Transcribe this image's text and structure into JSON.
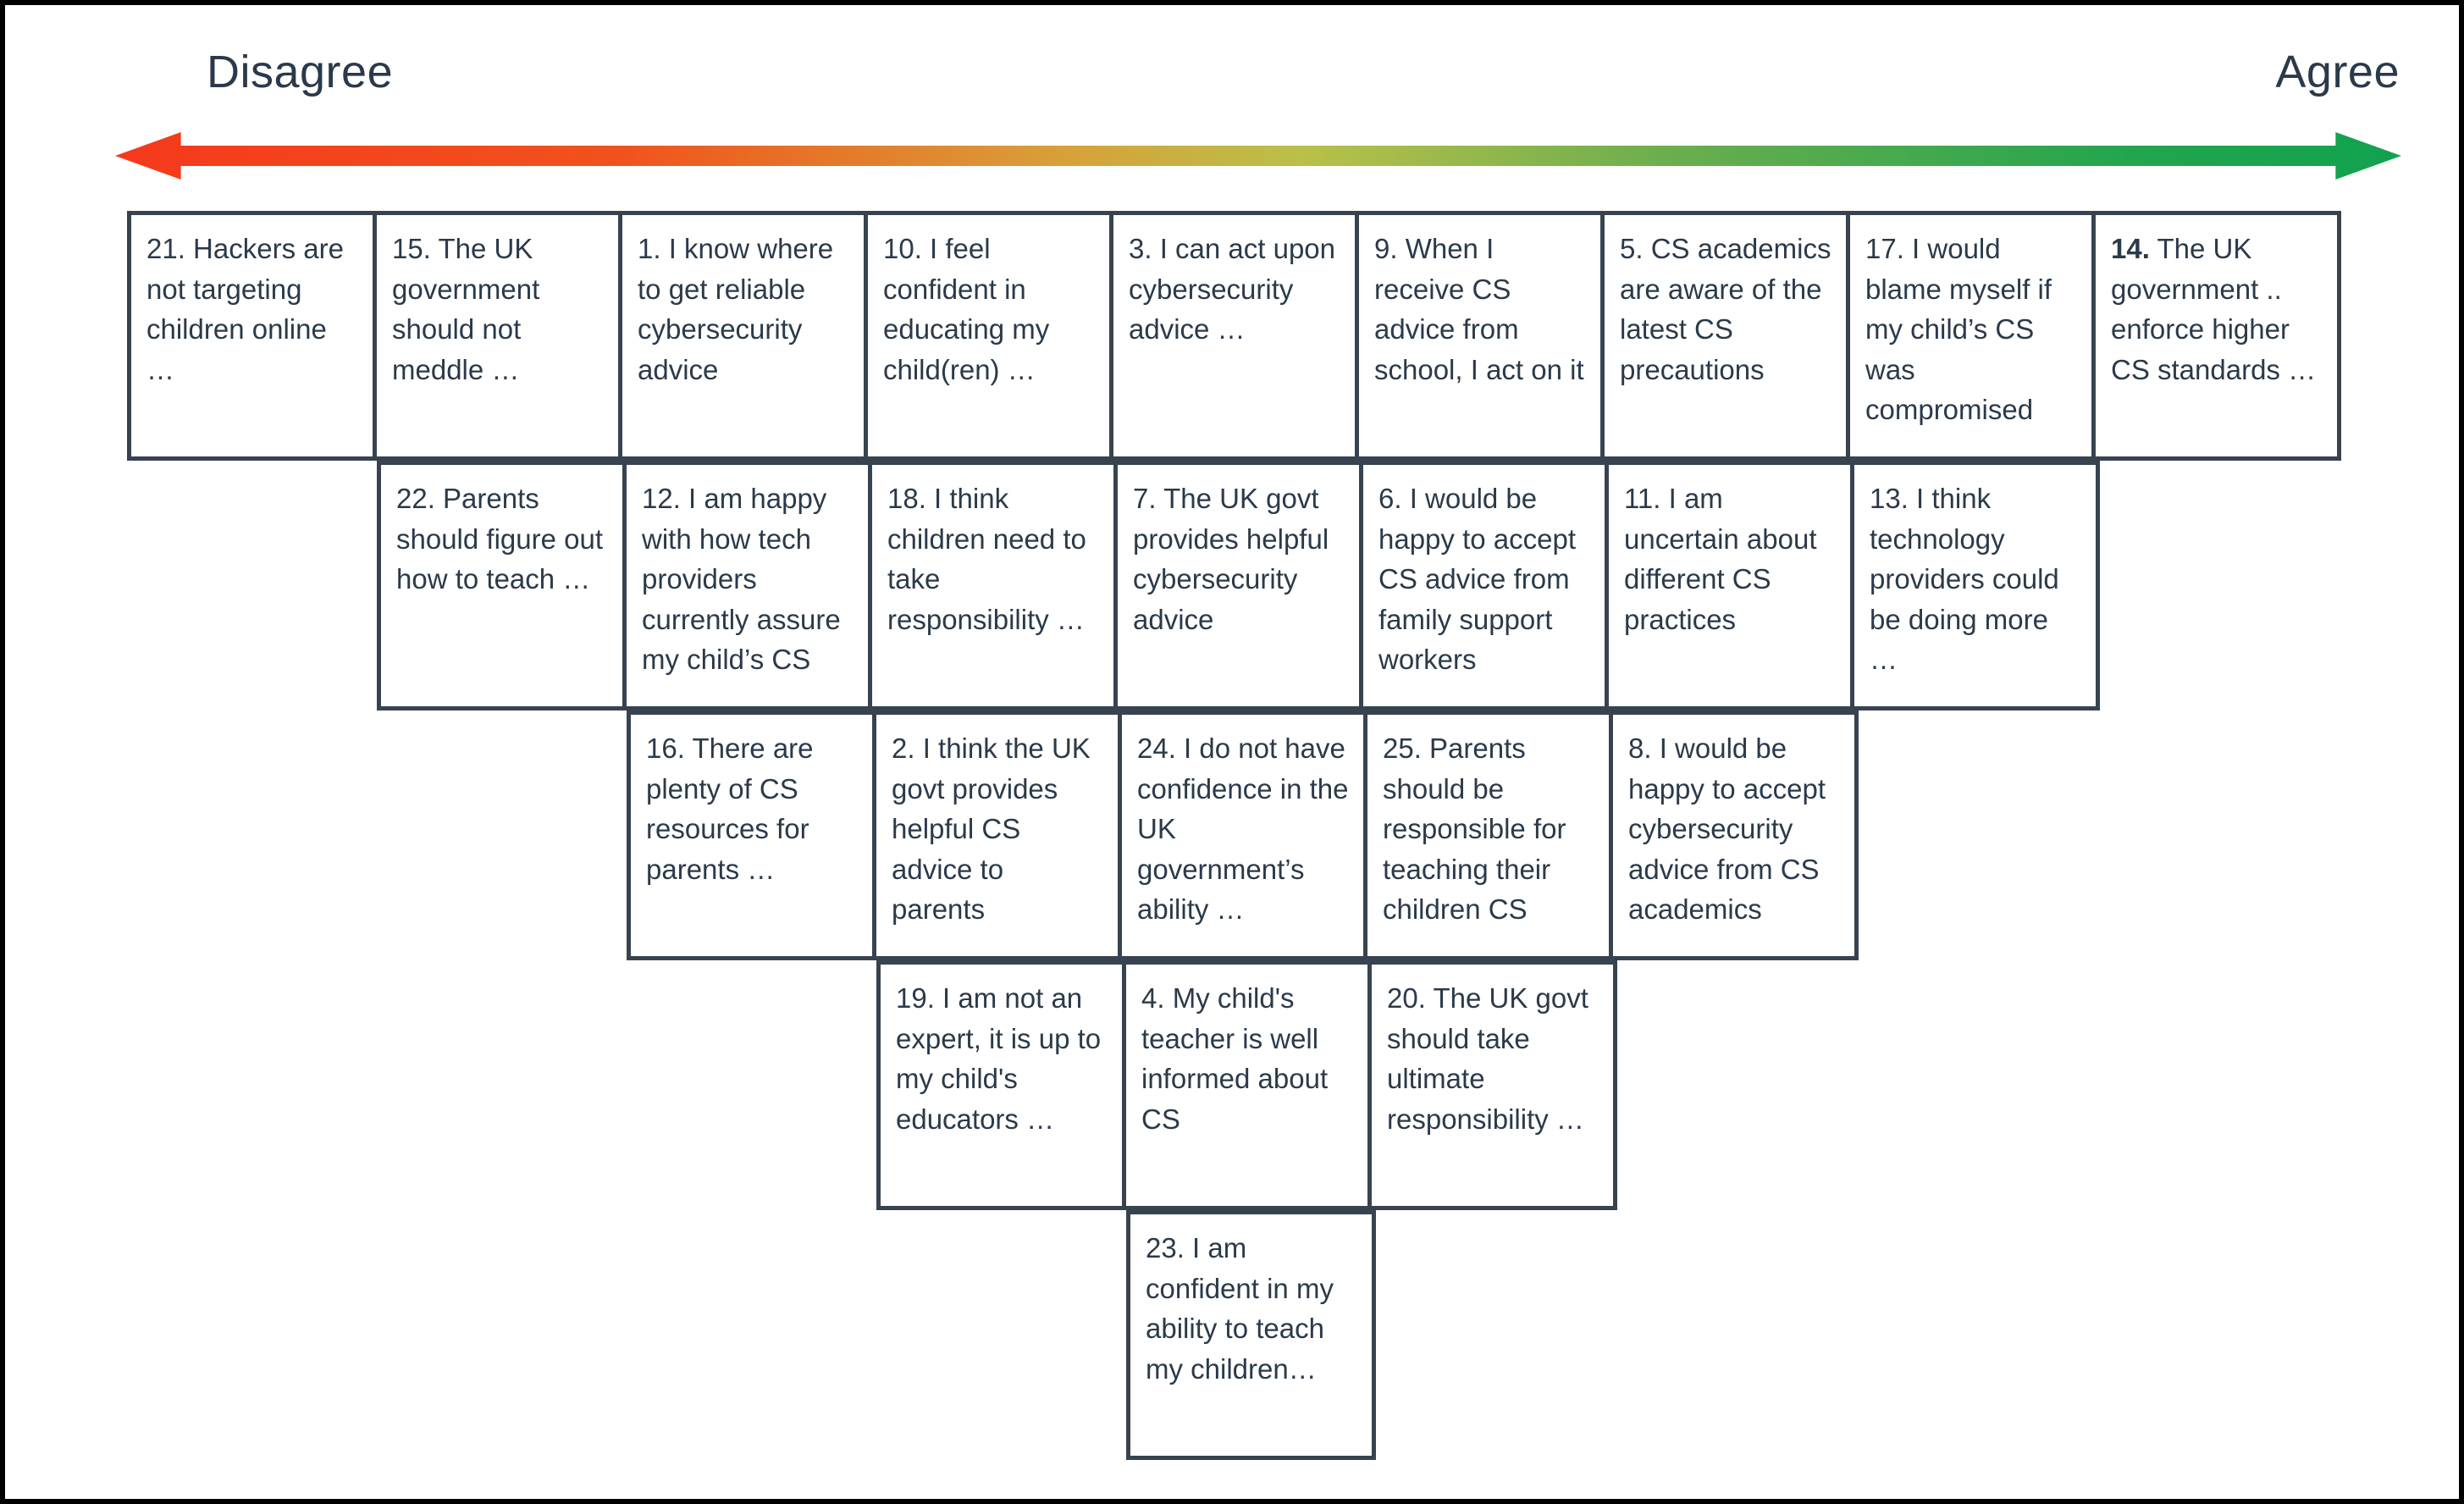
{
  "scale": {
    "left_label": "Disagree",
    "right_label": "Agree",
    "left_color": "#f5391c",
    "right_color": "#17a44f",
    "arrow_icon": "double-headed-gradient-arrow"
  },
  "colors": {
    "cell_border": "#37434f",
    "text": "#2b3a4a",
    "frame": "#000000"
  },
  "grid": {
    "columns": 9,
    "column_counts": [
      1,
      2,
      3,
      4,
      5,
      4,
      3,
      2,
      1
    ],
    "rows": [
      {
        "offset": 0,
        "cells": [
          {
            "id": 21,
            "num": "21.",
            "bold_num": false,
            "text": "Hackers are not targeting children online …"
          },
          {
            "id": 15,
            "num": "15.",
            "bold_num": false,
            "text": "The UK government should not meddle …"
          },
          {
            "id": 1,
            "num": "1.",
            "bold_num": false,
            "text": "I know where to get reliable cybersecurity advice"
          },
          {
            "id": 10,
            "num": "10.",
            "bold_num": false,
            "text": "I feel confident in educating my child(ren) …"
          },
          {
            "id": 3,
            "num": "3.",
            "bold_num": false,
            "text": "I can act upon cybersecurity advice …"
          },
          {
            "id": 9,
            "num": "9.",
            "bold_num": false,
            "text": "When I receive CS advice from school, I act on it"
          },
          {
            "id": 5,
            "num": "5.",
            "bold_num": false,
            "text": "CS academics are aware of the latest CS precautions"
          },
          {
            "id": 17,
            "num": "17.",
            "bold_num": false,
            "text": "I would blame myself if my child’s CS was compromised"
          },
          {
            "id": 14,
            "num": "14.",
            "bold_num": true,
            "text": "The UK government .. enforce higher CS standards …"
          }
        ]
      },
      {
        "offset": 1,
        "cells": [
          {
            "id": 22,
            "num": "22.",
            "bold_num": false,
            "text": "Parents should figure out how to teach …"
          },
          {
            "id": 12,
            "num": "12.",
            "bold_num": false,
            "text": "I am happy with how tech providers currently assure my child’s CS"
          },
          {
            "id": 18,
            "num": "18.",
            "bold_num": false,
            "text": "I think children need to take responsibility …"
          },
          {
            "id": 7,
            "num": "7.",
            "bold_num": false,
            "text": "The UK govt provides helpful cybersecurity advice"
          },
          {
            "id": 6,
            "num": "6.",
            "bold_num": false,
            "text": "I would be happy to accept CS advice from family support workers"
          },
          {
            "id": 11,
            "num": "11.",
            "bold_num": false,
            "text": " I am uncertain about different CS practices"
          },
          {
            "id": 13,
            "num": "13.",
            "bold_num": false,
            "text": "I think technology providers could be doing more …"
          }
        ]
      },
      {
        "offset": 2,
        "cells": [
          {
            "id": 16,
            "num": "16.",
            "bold_num": false,
            "text": "There are plenty of CS resources for parents …"
          },
          {
            "id": 2,
            "num": "2.",
            "bold_num": false,
            "text": "I think the UK govt provides helpful CS advice to parents"
          },
          {
            "id": 24,
            "num": "24.",
            "bold_num": false,
            "text": "I do not have confidence in the UK government’s ability …"
          },
          {
            "id": 25,
            "num": "25.",
            "bold_num": false,
            "text": "Parents should be responsible for teaching their children CS"
          },
          {
            "id": 8,
            "num": "8.",
            "bold_num": false,
            "text": "I would be happy to accept cybersecurity advice from CS academics"
          }
        ]
      },
      {
        "offset": 3,
        "cells": [
          {
            "id": 19,
            "num": "19.",
            "bold_num": false,
            "text": "I am not an expert, it is up to my child's educators …"
          },
          {
            "id": 4,
            "num": "4.",
            "bold_num": false,
            "text": "My child's teacher is well informed about CS"
          },
          {
            "id": 20,
            "num": "20.",
            "bold_num": false,
            "text": "The UK govt should take ultimate responsibility …"
          }
        ]
      },
      {
        "offset": 4,
        "cells": [
          {
            "id": 23,
            "num": "23.",
            "bold_num": false,
            "text": "I am confident in my ability to teach my children…"
          }
        ]
      }
    ]
  }
}
